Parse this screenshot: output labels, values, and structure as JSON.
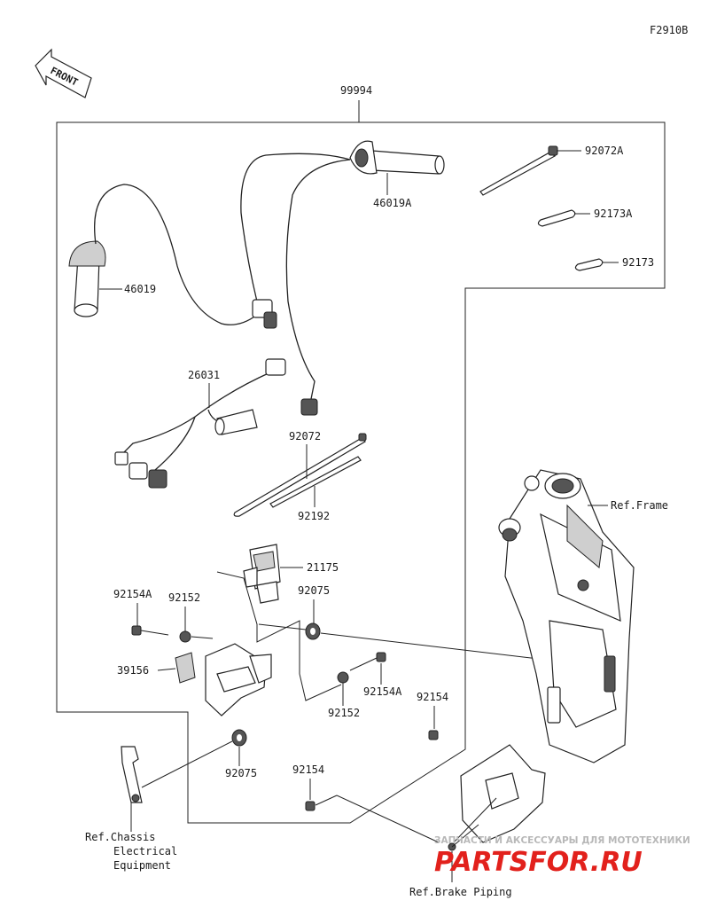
{
  "figure_code": "F2910B",
  "front_label": "FRONT",
  "parts": {
    "p99994": "99994",
    "p46019A": "46019A",
    "p46019": "46019",
    "p92072A": "92072A",
    "p92173A": "92173A",
    "p92173": "92173",
    "p26031": "26031",
    "p92072": "92072",
    "p92192": "92192",
    "p21175": "21175",
    "p92154A_left": "92154A",
    "p92152_left": "92152",
    "p92075_top": "92075",
    "p39156": "39156",
    "p92152_right": "92152",
    "p92154A_right": "92154A",
    "p92154_right": "92154",
    "p92075_bottom": "92075",
    "p92154_bottom": "92154"
  },
  "refs": {
    "frame": "Ref.Frame",
    "chassis_1": "Ref.Chassis",
    "chassis_2": "Electrical",
    "chassis_3": "Equipment",
    "brake": "Ref.Brake Piping"
  },
  "watermark": {
    "top": "ЗАПЧАСТИ И АКСЕССУАРЫ ДЛЯ МОТОТЕХНИКИ",
    "brand": "PARTSFOR.RU"
  },
  "colors": {
    "line": "#222222",
    "watermark": "#e2211c"
  }
}
